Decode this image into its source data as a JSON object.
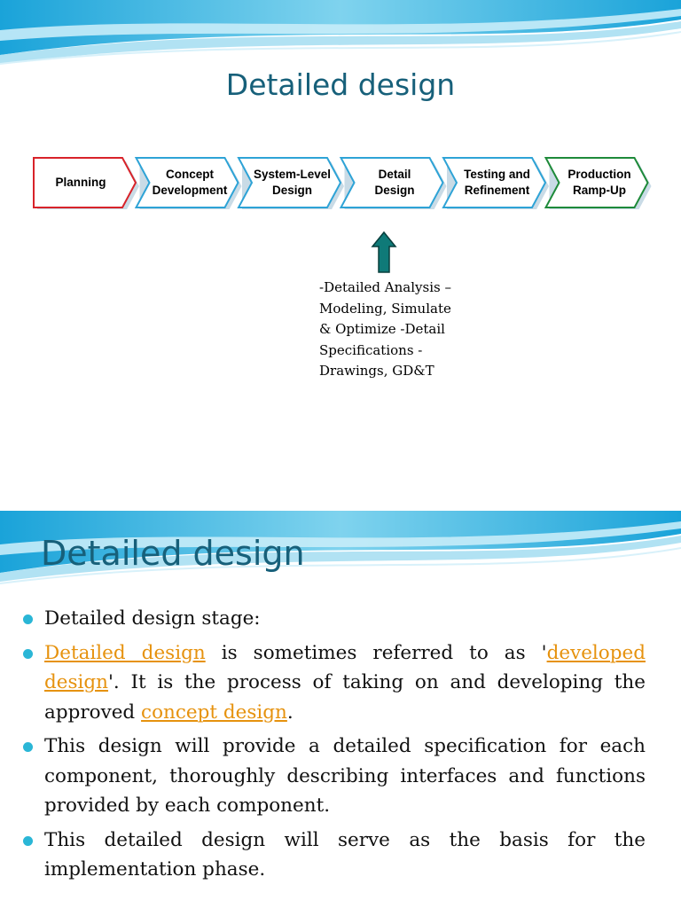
{
  "slide1": {
    "title": "Detailed design",
    "process_steps": [
      {
        "lines": [
          "Planning"
        ],
        "border": "#d8232a"
      },
      {
        "lines": [
          "Concept",
          "Development"
        ],
        "border": "#2ea3d6"
      },
      {
        "lines": [
          "System-Level",
          "Design"
        ],
        "border": "#2ea3d6"
      },
      {
        "lines": [
          "Detail",
          "Design"
        ],
        "border": "#2ea3d6"
      },
      {
        "lines": [
          "Testing and",
          "Refinement"
        ],
        "border": "#2ea3d6"
      },
      {
        "lines": [
          "Production",
          "Ramp-Up"
        ],
        "border": "#1e8a3a"
      }
    ],
    "arrow_color": "#0f7a78",
    "note_lines": [
      "-Detailed Analysis –",
      "Modeling, Simulate",
      "& Optimize -Detail",
      "Specifications -",
      "Drawings, GD&T"
    ]
  },
  "slide2": {
    "title": "Detailed design",
    "bullet_color": "#2ab6d6",
    "link_color": "#e6920e",
    "bullets": [
      {
        "parts": [
          {
            "text": "Detailed design stage:",
            "link": false
          }
        ]
      },
      {
        "parts": [
          {
            "text": "Detailed design",
            "link": true
          },
          {
            "text": " is sometimes referred to as '",
            "link": false
          },
          {
            "text": "developed design",
            "link": true
          },
          {
            "text": "'. It is the process of taking on and developing the approved ",
            "link": false
          },
          {
            "text": "concept design",
            "link": true
          },
          {
            "text": ".",
            "link": false
          }
        ]
      },
      {
        "parts": [
          {
            "text": "This design will provide a detailed specification for each component, thoroughly describing interfaces and functions provided by each component.",
            "link": false
          }
        ]
      },
      {
        "parts": [
          {
            "text": "This detailed design will serve as the basis for the implementation phase.",
            "link": false
          }
        ]
      }
    ]
  }
}
